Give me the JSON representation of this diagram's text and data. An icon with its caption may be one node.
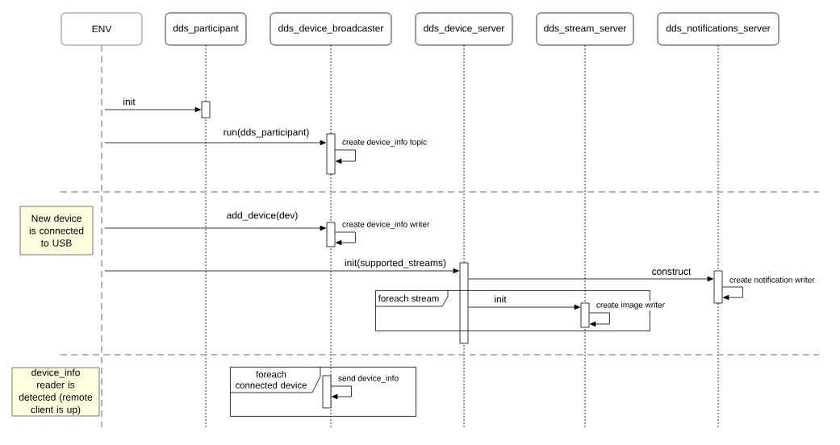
{
  "diagram": {
    "nodes": [
      {
        "text": [
          "ENV"
        ]
      },
      {
        "text": [
          "dds_participant"
        ]
      },
      {
        "text": [
          "dds_device_broadcaster"
        ]
      },
      {
        "text": [
          "dds_device_server"
        ]
      },
      {
        "text": [
          "dds_stream_server"
        ]
      },
      {
        "text": [
          "dds_notifications_server"
        ]
      },
      {
        "text": [],
        "shape": "bar"
      },
      {
        "text": [],
        "shape": "bar"
      },
      {
        "text": [
          "New device is connected to USB"
        ]
      },
      {
        "text": [],
        "shape": "bar"
      },
      {
        "text": [],
        "shape": "bar"
      },
      {
        "text": [],
        "shape": "bar"
      },
      {
        "text": [
          "foreach stream"
        ]
      },
      {
        "text": [],
        "shape": "bar",
        "in": 12
      },
      {
        "text": [
          "device_info reader is detected (remote client is up)"
        ]
      },
      {
        "text": [
          "foreach connected device"
        ]
      },
      {
        "text": [],
        "shape": "bar",
        "in": 15
      }
    ],
    "edges": [
      {
        "from": null,
        "to": 6,
        "arrow": "to",
        "label": "init"
      },
      {
        "from": null,
        "to": 7,
        "arrow": "to",
        "label": "run(dds_participant)"
      },
      {
        "from": 7,
        "to": 7,
        "arrow": "to",
        "label": "create device_info topic"
      },
      {
        "from": null,
        "to": 9,
        "arrow": "to",
        "label": "add_device(dev)"
      },
      {
        "from": 9,
        "to": 9,
        "arrow": "to",
        "label": "create device_info writer"
      },
      {
        "from": null,
        "to": 10,
        "arrow": "to",
        "label": "init(supported_streams)"
      },
      {
        "from": 10,
        "to": 11,
        "arrow": "to",
        "label": "construct"
      },
      {
        "from": 11,
        "to": 11,
        "arrow": "to",
        "label": "create notification writer"
      },
      {
        "from": 10,
        "to": 13,
        "arrow": "to",
        "label": "init"
      },
      {
        "from": 13,
        "to": 13,
        "arrow": "to",
        "label": "create image writer"
      },
      {
        "from": 16,
        "to": 16,
        "arrow": "to",
        "label": "send device_info"
      }
    ]
  }
}
